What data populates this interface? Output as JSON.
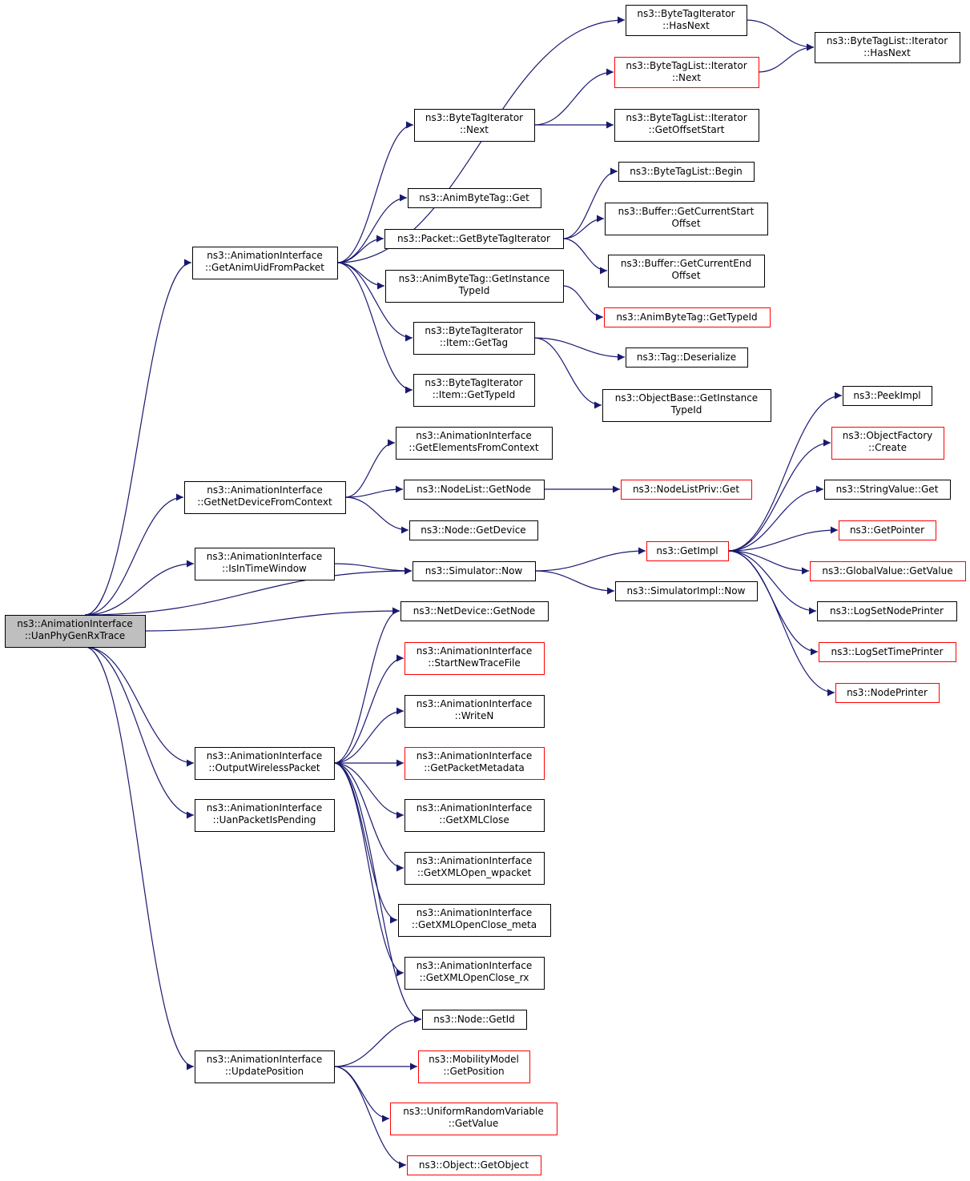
{
  "colors": {
    "edge": "#191970",
    "node_border": "#000000",
    "node_border_truncated": "#ff0000",
    "root_fill": "#bfbfbf",
    "node_fill": "#ffffff"
  },
  "nodes": [
    {
      "id": "root",
      "lines": [
        "ns3::AnimationInterface",
        "::UanPhyGenRxTrace"
      ],
      "border": "black",
      "root": true
    },
    {
      "id": "getAnimUid",
      "lines": [
        "ns3::AnimationInterface",
        "::GetAnimUidFromPacket"
      ],
      "border": "black"
    },
    {
      "id": "getNetDevice",
      "lines": [
        "ns3::AnimationInterface",
        "::GetNetDeviceFromContext"
      ],
      "border": "black"
    },
    {
      "id": "isInTimeWindow",
      "lines": [
        "ns3::AnimationInterface",
        "::IsInTimeWindow"
      ],
      "border": "black"
    },
    {
      "id": "outputWireless",
      "lines": [
        "ns3::AnimationInterface",
        "::OutputWirelessPacket"
      ],
      "border": "black"
    },
    {
      "id": "uanPacketPending",
      "lines": [
        "ns3::AnimationInterface",
        "::UanPacketIsPending"
      ],
      "border": "black"
    },
    {
      "id": "updatePosition",
      "lines": [
        "ns3::AnimationInterface",
        "::UpdatePosition"
      ],
      "border": "black"
    },
    {
      "id": "btiHasNext",
      "lines": [
        "ns3::ByteTagIterator",
        "::HasNext"
      ],
      "border": "black"
    },
    {
      "id": "btiNext",
      "lines": [
        "ns3::ByteTagIterator",
        "::Next"
      ],
      "border": "black"
    },
    {
      "id": "animByteTagGet",
      "lines": [
        "ns3::AnimByteTag::Get"
      ],
      "border": "black"
    },
    {
      "id": "packetGetBti",
      "lines": [
        "ns3::Packet::GetByteTagIterator"
      ],
      "border": "black"
    },
    {
      "id": "animByteTagGetInst",
      "lines": [
        "ns3::AnimByteTag::GetInstance",
        "TypeId"
      ],
      "border": "black"
    },
    {
      "id": "btiItemGetTag",
      "lines": [
        "ns3::ByteTagIterator",
        "::Item::GetTag"
      ],
      "border": "black"
    },
    {
      "id": "btiItemGetTypeId",
      "lines": [
        "ns3::ByteTagIterator",
        "::Item::GetTypeId"
      ],
      "border": "black"
    },
    {
      "id": "btlItHasNext",
      "lines": [
        "ns3::ByteTagList::Iterator",
        "::HasNext"
      ],
      "border": "black"
    },
    {
      "id": "btlItNext",
      "lines": [
        "ns3::ByteTagList::Iterator",
        "::Next"
      ],
      "border": "red"
    },
    {
      "id": "btlItGetOffset",
      "lines": [
        "ns3::ByteTagList::Iterator",
        "::GetOffsetStart"
      ],
      "border": "black"
    },
    {
      "id": "btlBegin",
      "lines": [
        "ns3::ByteTagList::Begin"
      ],
      "border": "black"
    },
    {
      "id": "bufCurStart",
      "lines": [
        "ns3::Buffer::GetCurrentStart",
        "Offset"
      ],
      "border": "black"
    },
    {
      "id": "bufCurEnd",
      "lines": [
        "ns3::Buffer::GetCurrentEnd",
        "Offset"
      ],
      "border": "black"
    },
    {
      "id": "animByteTagGetTypeId",
      "lines": [
        "ns3::AnimByteTag::GetTypeId"
      ],
      "border": "red"
    },
    {
      "id": "tagDeserialize",
      "lines": [
        "ns3::Tag::Deserialize"
      ],
      "border": "black"
    },
    {
      "id": "objBaseGetInst",
      "lines": [
        "ns3::ObjectBase::GetInstance",
        "TypeId"
      ],
      "border": "black"
    },
    {
      "id": "getElements",
      "lines": [
        "ns3::AnimationInterface",
        "::GetElementsFromContext"
      ],
      "border": "black"
    },
    {
      "id": "nodeListGetNode",
      "lines": [
        "ns3::NodeList::GetNode"
      ],
      "border": "black"
    },
    {
      "id": "nodeGetDevice",
      "lines": [
        "ns3::Node::GetDevice"
      ],
      "border": "black"
    },
    {
      "id": "nodeListPrivGet",
      "lines": [
        "ns3::NodeListPriv::Get"
      ],
      "border": "red"
    },
    {
      "id": "simNow",
      "lines": [
        "ns3::Simulator::Now"
      ],
      "border": "black"
    },
    {
      "id": "getImpl",
      "lines": [
        "ns3::GetImpl"
      ],
      "border": "red"
    },
    {
      "id": "simImplNow",
      "lines": [
        "ns3::SimulatorImpl::Now"
      ],
      "border": "black"
    },
    {
      "id": "peekImpl",
      "lines": [
        "ns3::PeekImpl"
      ],
      "border": "black"
    },
    {
      "id": "objFactoryCreate",
      "lines": [
        "ns3::ObjectFactory",
        "::Create"
      ],
      "border": "red"
    },
    {
      "id": "stringValueGet",
      "lines": [
        "ns3::StringValue::Get"
      ],
      "border": "black"
    },
    {
      "id": "getPointer",
      "lines": [
        "ns3::GetPointer"
      ],
      "border": "red"
    },
    {
      "id": "globalValueGet",
      "lines": [
        "ns3::GlobalValue::GetValue"
      ],
      "border": "red"
    },
    {
      "id": "logSetNodePrinter",
      "lines": [
        "ns3::LogSetNodePrinter"
      ],
      "border": "black"
    },
    {
      "id": "logSetTimePrinter",
      "lines": [
        "ns3::LogSetTimePrinter"
      ],
      "border": "red"
    },
    {
      "id": "nodePrinter",
      "lines": [
        "ns3::NodePrinter"
      ],
      "border": "red"
    },
    {
      "id": "netDeviceGetNode",
      "lines": [
        "ns3::NetDevice::GetNode"
      ],
      "border": "black"
    },
    {
      "id": "startNewTrace",
      "lines": [
        "ns3::AnimationInterface",
        "::StartNewTraceFile"
      ],
      "border": "red"
    },
    {
      "id": "writeN",
      "lines": [
        "ns3::AnimationInterface",
        "::WriteN"
      ],
      "border": "black"
    },
    {
      "id": "getPacketMetadata",
      "lines": [
        "ns3::AnimationInterface",
        "::GetPacketMetadata"
      ],
      "border": "red"
    },
    {
      "id": "getXMLClose",
      "lines": [
        "ns3::AnimationInterface",
        "::GetXMLClose"
      ],
      "border": "black"
    },
    {
      "id": "getXMLOpenWpacket",
      "lines": [
        "ns3::AnimationInterface",
        "::GetXMLOpen_wpacket"
      ],
      "border": "black"
    },
    {
      "id": "getXMLOpenCloseMeta",
      "lines": [
        "ns3::AnimationInterface",
        "::GetXMLOpenClose_meta"
      ],
      "border": "black"
    },
    {
      "id": "getXMLOpenCloseRx",
      "lines": [
        "ns3::AnimationInterface",
        "::GetXMLOpenClose_rx"
      ],
      "border": "black"
    },
    {
      "id": "nodeGetId",
      "lines": [
        "ns3::Node::GetId"
      ],
      "border": "black"
    },
    {
      "id": "mobilityGetPos",
      "lines": [
        "ns3::MobilityModel",
        "::GetPosition"
      ],
      "border": "red"
    },
    {
      "id": "uniformGetValue",
      "lines": [
        "ns3::UniformRandomVariable",
        "::GetValue"
      ],
      "border": "red"
    },
    {
      "id": "objectGetObject",
      "lines": [
        "ns3::Object::GetObject"
      ],
      "border": "red"
    }
  ],
  "edges": [
    {
      "from": "root",
      "to": "getAnimUid"
    },
    {
      "from": "root",
      "to": "getNetDevice"
    },
    {
      "from": "root",
      "to": "isInTimeWindow"
    },
    {
      "from": "root",
      "to": "simNow"
    },
    {
      "from": "root",
      "to": "netDeviceGetNode"
    },
    {
      "from": "root",
      "to": "outputWireless"
    },
    {
      "from": "root",
      "to": "uanPacketPending"
    },
    {
      "from": "root",
      "to": "updatePosition"
    },
    {
      "from": "getAnimUid",
      "to": "btiHasNext"
    },
    {
      "from": "getAnimUid",
      "to": "btiNext"
    },
    {
      "from": "getAnimUid",
      "to": "animByteTagGet"
    },
    {
      "from": "getAnimUid",
      "to": "packetGetBti"
    },
    {
      "from": "getAnimUid",
      "to": "animByteTagGetInst"
    },
    {
      "from": "getAnimUid",
      "to": "btiItemGetTag"
    },
    {
      "from": "getAnimUid",
      "to": "btiItemGetTypeId"
    },
    {
      "from": "btiHasNext",
      "to": "btlItHasNext"
    },
    {
      "from": "btiNext",
      "to": "btlItNext"
    },
    {
      "from": "btiNext",
      "to": "btlItGetOffset"
    },
    {
      "from": "btlItNext",
      "to": "btlItHasNext"
    },
    {
      "from": "packetGetBti",
      "to": "btlBegin"
    },
    {
      "from": "packetGetBti",
      "to": "bufCurStart"
    },
    {
      "from": "packetGetBti",
      "to": "bufCurEnd"
    },
    {
      "from": "animByteTagGetInst",
      "to": "animByteTagGetTypeId"
    },
    {
      "from": "btiItemGetTag",
      "to": "tagDeserialize"
    },
    {
      "from": "btiItemGetTag",
      "to": "objBaseGetInst"
    },
    {
      "from": "getNetDevice",
      "to": "getElements"
    },
    {
      "from": "getNetDevice",
      "to": "nodeListGetNode"
    },
    {
      "from": "getNetDevice",
      "to": "nodeGetDevice"
    },
    {
      "from": "nodeListGetNode",
      "to": "nodeListPrivGet"
    },
    {
      "from": "isInTimeWindow",
      "to": "simNow"
    },
    {
      "from": "simNow",
      "to": "getImpl"
    },
    {
      "from": "simNow",
      "to": "simImplNow"
    },
    {
      "from": "getImpl",
      "to": "peekImpl"
    },
    {
      "from": "getImpl",
      "to": "objFactoryCreate"
    },
    {
      "from": "getImpl",
      "to": "stringValueGet"
    },
    {
      "from": "getImpl",
      "to": "getPointer"
    },
    {
      "from": "getImpl",
      "to": "globalValueGet"
    },
    {
      "from": "getImpl",
      "to": "logSetNodePrinter"
    },
    {
      "from": "getImpl",
      "to": "logSetTimePrinter"
    },
    {
      "from": "getImpl",
      "to": "nodePrinter"
    },
    {
      "from": "outputWireless",
      "to": "netDeviceGetNode"
    },
    {
      "from": "outputWireless",
      "to": "startNewTrace"
    },
    {
      "from": "outputWireless",
      "to": "writeN"
    },
    {
      "from": "outputWireless",
      "to": "getPacketMetadata"
    },
    {
      "from": "outputWireless",
      "to": "getXMLClose"
    },
    {
      "from": "outputWireless",
      "to": "getXMLOpenWpacket"
    },
    {
      "from": "outputWireless",
      "to": "getXMLOpenCloseMeta"
    },
    {
      "from": "outputWireless",
      "to": "getXMLOpenCloseRx"
    },
    {
      "from": "outputWireless",
      "to": "nodeGetId"
    },
    {
      "from": "updatePosition",
      "to": "nodeGetId"
    },
    {
      "from": "updatePosition",
      "to": "mobilityGetPos"
    },
    {
      "from": "updatePosition",
      "to": "uniformGetValue"
    },
    {
      "from": "updatePosition",
      "to": "objectGetObject"
    }
  ]
}
